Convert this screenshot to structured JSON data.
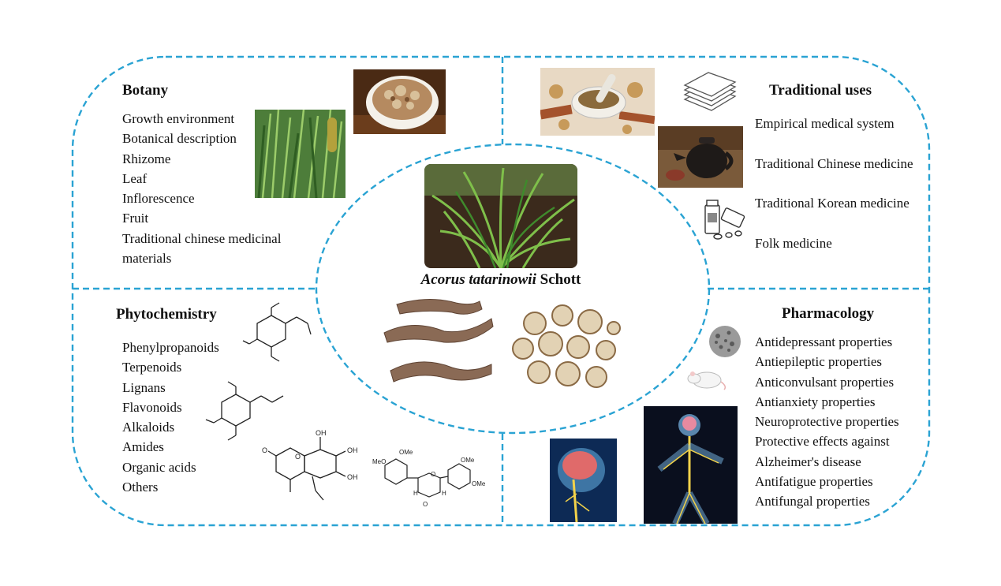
{
  "colors": {
    "dash": "#2aa3d3",
    "text": "#111111",
    "plant_green": "#3f8a2c",
    "rhizome": "#8a6a55"
  },
  "center": {
    "title_italic": "Acorus tatarinowii",
    "title_rest": " Schott"
  },
  "botany": {
    "heading": "Botany",
    "items": [
      "Growth environment",
      "Botanical description",
      "Rhizome",
      "Leaf",
      "Inflorescence",
      "Fruit",
      "Traditional chinese medicinal",
      "materials"
    ]
  },
  "traditional_uses": {
    "heading": "Traditional uses",
    "items": [
      "Empirical medical system",
      "Traditional Chinese medicine",
      "Traditional Korean medicine",
      "Folk medicine"
    ]
  },
  "phytochemistry": {
    "heading": "Phytochemistry",
    "items": [
      "Phenylpropanoids",
      "Terpenoids",
      "Lignans",
      "Flavonoids",
      "Alkaloids",
      "Amides",
      "Organic acids",
      "Others"
    ],
    "structure_labels": {
      "oh": "OH",
      "o": "O",
      "h": "H",
      "ome": "OMe",
      "meo": "MeO"
    }
  },
  "pharmacology": {
    "heading": "Pharmacology",
    "items": [
      "Antidepressant properties",
      "Antiepileptic properties",
      "Anticonvulsant properties",
      "Antianxiety properties",
      "Neuroprotective properties",
      "Protective effects against",
      "Alzheimer's disease",
      "Antifatigue properties",
      "Antifungal properties"
    ]
  },
  "icons": [
    "plant-photo-icon",
    "herb-bowl-icon",
    "mortar-icon",
    "books-icon",
    "teapot-icon",
    "pill-bottle-icon",
    "rhizome-icon",
    "rhizome-slices-icon",
    "cell-icon",
    "mouse-icon",
    "brain-icon",
    "nervous-system-icon"
  ]
}
